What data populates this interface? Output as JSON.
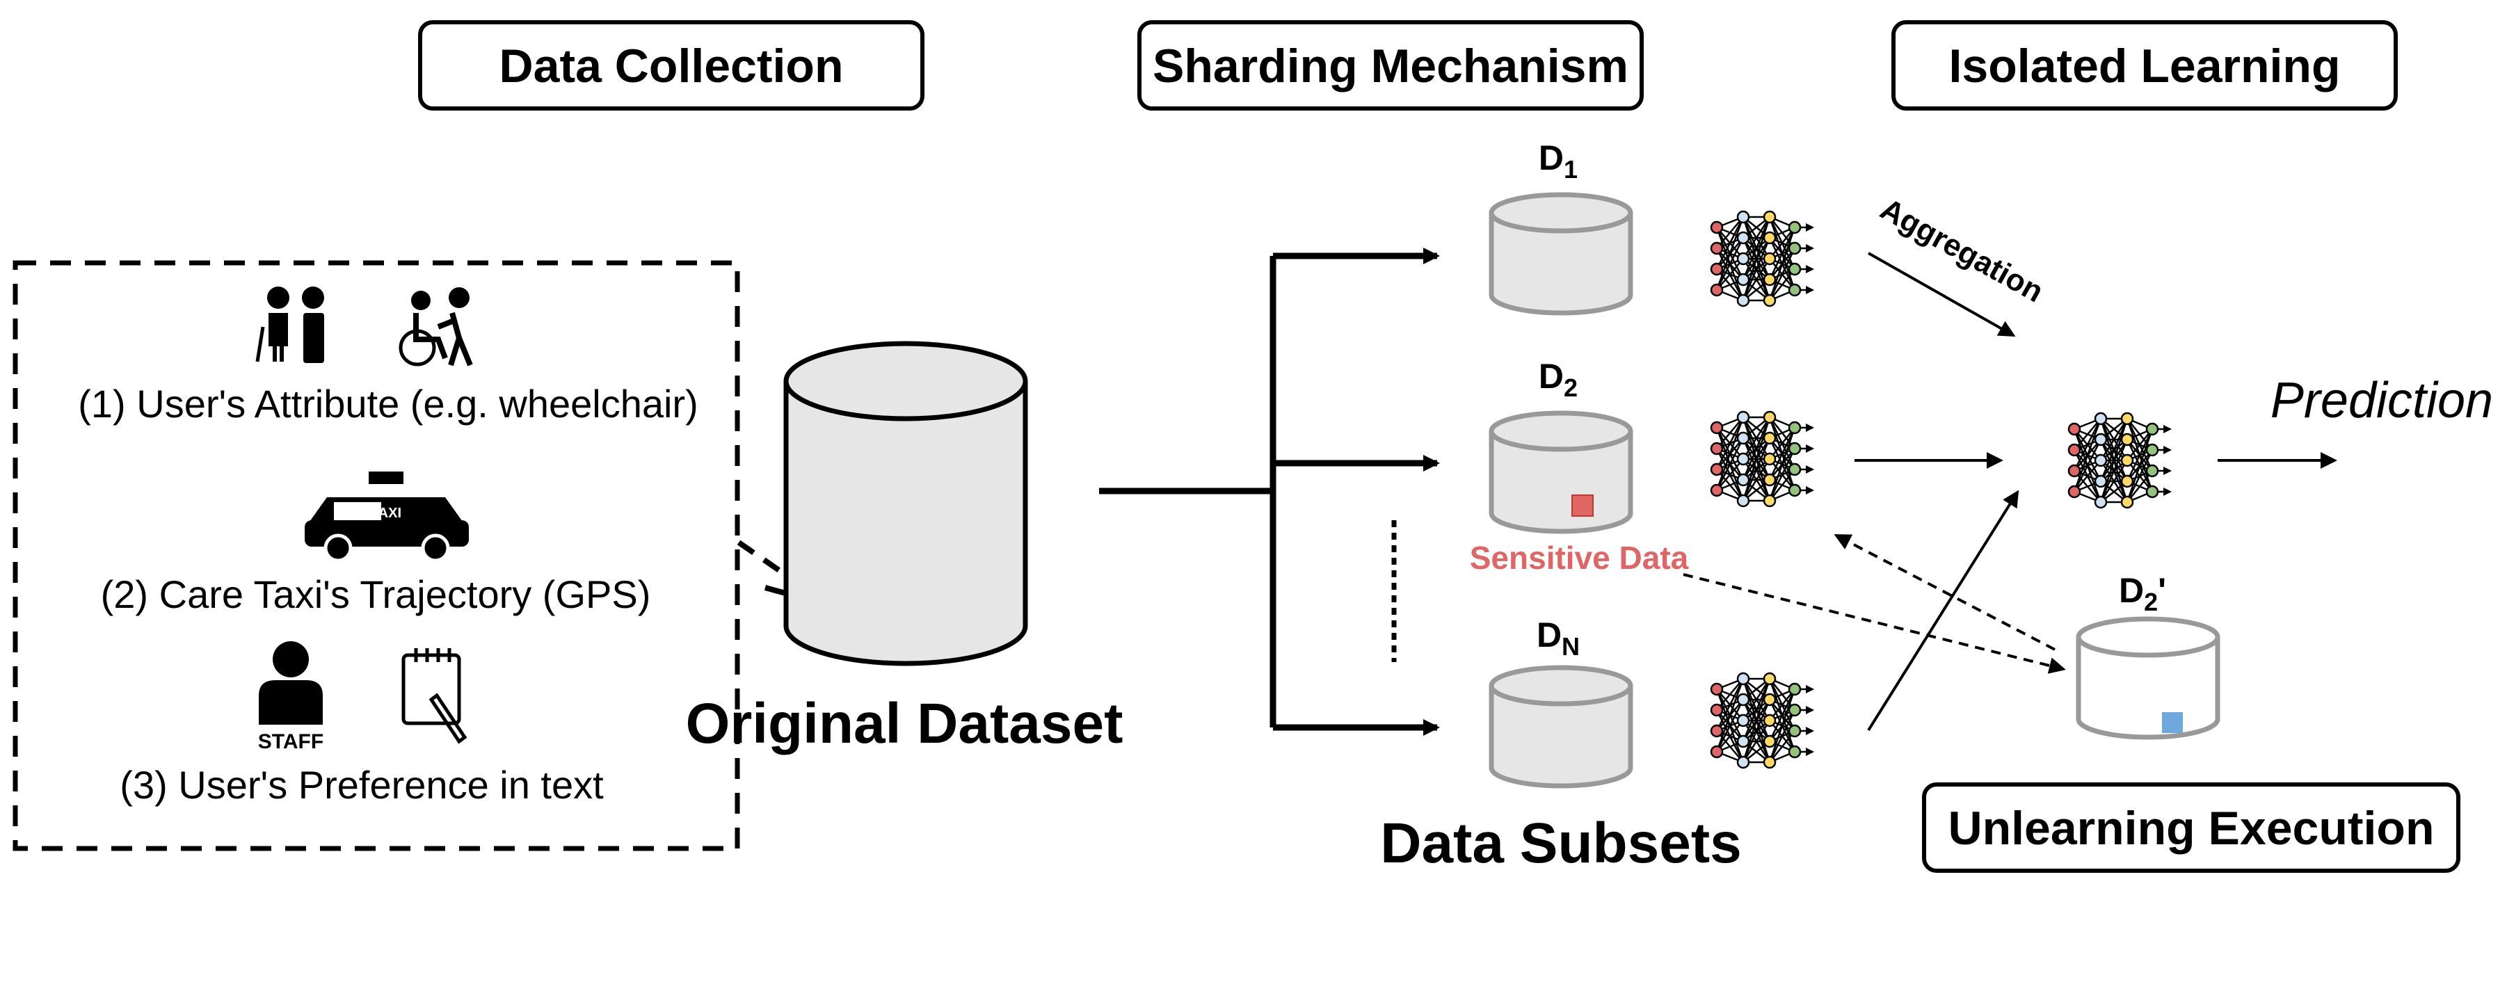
{
  "headers": {
    "data_collection": "Data Collection",
    "sharding": "Sharding Mechanism",
    "isolated": "Isolated Learning",
    "unlearning": "Unlearning Execution"
  },
  "collection_items": [
    "(1) User's Attribute (e.g.  wheelchair)",
    "(2) Care Taxi's Trajectory (GPS)",
    "(3) User's Preference in text"
  ],
  "icons": {
    "taxi_sign": "TAXI",
    "staff_sign": "STAFF"
  },
  "original_dataset": "Original Dataset",
  "shards": {
    "d1_main": "D",
    "d1_sub": "1",
    "d2_main": "D",
    "d2_sub": "2",
    "dn_main": "D",
    "dn_sub": "N",
    "d2p_main": "D",
    "d2p_sub": "2",
    "d2p_prime": "'"
  },
  "sensitive_label": "Sensitive Data",
  "data_subsets": "Data Subsets",
  "aggregation": "Aggregation",
  "prediction": "Prediction",
  "colors": {
    "sensitive": "#e06666",
    "unlearned": "#6fa8dc",
    "cylinder_fill": "#e6e6e6",
    "cylinder_stroke": "#999999"
  }
}
